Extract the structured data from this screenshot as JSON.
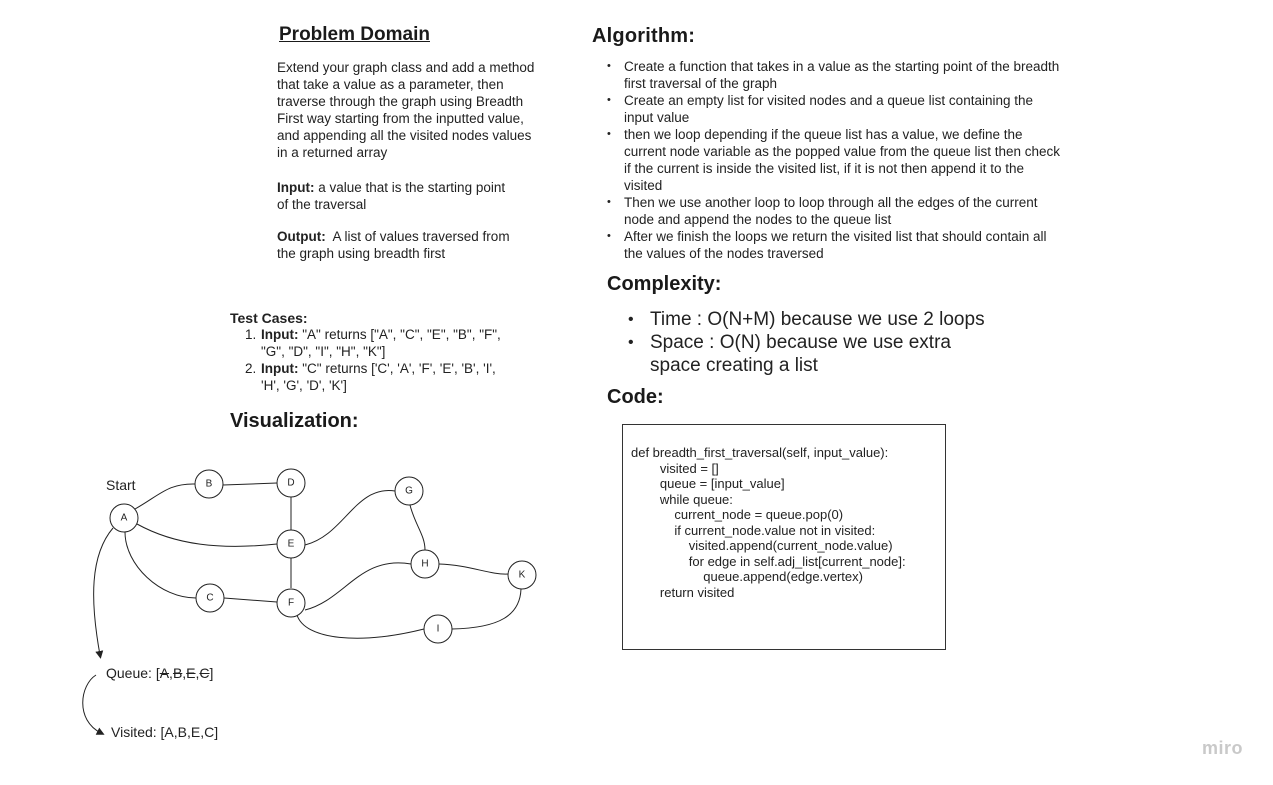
{
  "problem": {
    "title": "Problem Domain",
    "description_lines": [
      "Extend your graph class and add a method",
      "that take a value as a parameter, then",
      "traverse through the graph using Breadth",
      "First way starting from the inputted value,",
      "and appending all the visited nodes values",
      "in a returned array"
    ],
    "input_label": "Input:",
    "input_lines": [
      " a value that is the starting point",
      "of the traversal"
    ],
    "output_label": "Output:",
    "output_lines": "  A list of values traversed from",
    "output_line2": "the graph using breadth first"
  },
  "test_cases": {
    "title": "Test Cases:",
    "items": [
      {
        "num": "1.",
        "label": "Input:",
        "line1": " \"A\" returns [\"A\", \"C\", \"E\", \"B\", \"F\",",
        "line2": "\"G\", \"D\", \"I\", \"H\", \"K\"]"
      },
      {
        "num": "2.",
        "label": "Input:",
        "line1": " \"C\" returns ['C', 'A', 'F', 'E', 'B', 'I',",
        "line2": "'H', 'G', 'D', 'K']"
      }
    ]
  },
  "algorithm": {
    "title": "Algorithm:",
    "steps": [
      [
        "Create a function that takes in a value as the starting point of the breadth",
        "first traversal of the graph"
      ],
      [
        "Create an empty list for visited nodes and a queue list containing the",
        "input value"
      ],
      [
        "then we loop depending if the queue list has a value, we define the",
        "current node variable as the popped value from the queue list then check",
        "if the current is inside the visited list, if it is not then append it to the",
        "visited"
      ],
      [
        "Then we use another loop to loop through all the edges of the current",
        "node and append the nodes to the queue list"
      ],
      [
        "After we finish the loops we return the visited list that should contain all",
        "the values of the nodes traversed"
      ]
    ]
  },
  "complexity": {
    "title": "Complexity:",
    "time": "Time : O(N+M) because we use 2 loops",
    "space_line1": "Space : O(N) because we use extra",
    "space_line2": "space creating a list"
  },
  "code": {
    "title": "Code:",
    "lines": [
      "def breadth_first_traversal(self, input_value):",
      "        visited = []",
      "        queue = [input_value]",
      "        while queue:",
      "            current_node = queue.pop(0)",
      "            if current_node.value not in visited:",
      "                visited.append(current_node.value)",
      "                for edge in self.adj_list[current_node]:",
      "                    queue.append(edge.vertex)",
      "        return visited"
    ]
  },
  "visualization": {
    "title": "Visualization:",
    "start_label": "Start",
    "nodes": [
      "A",
      "B",
      "C",
      "D",
      "E",
      "F",
      "G",
      "H",
      "I",
      "K"
    ],
    "edges": [
      [
        "A",
        "B"
      ],
      [
        "B",
        "D"
      ],
      [
        "A",
        "E"
      ],
      [
        "A",
        "C"
      ],
      [
        "C",
        "F"
      ],
      [
        "D",
        "E"
      ],
      [
        "E",
        "F"
      ],
      [
        "E",
        "G"
      ],
      [
        "G",
        "H"
      ],
      [
        "F",
        "H"
      ],
      [
        "H",
        "K"
      ],
      [
        "F",
        "I"
      ],
      [
        "I",
        "K"
      ]
    ],
    "queue_prefix": "Queue: [",
    "queue_items": [
      "A",
      "B",
      "E",
      "C"
    ],
    "queue_suffix": "]",
    "visited_text": "Visited: [A,B,E,C]"
  },
  "brand": "miro"
}
